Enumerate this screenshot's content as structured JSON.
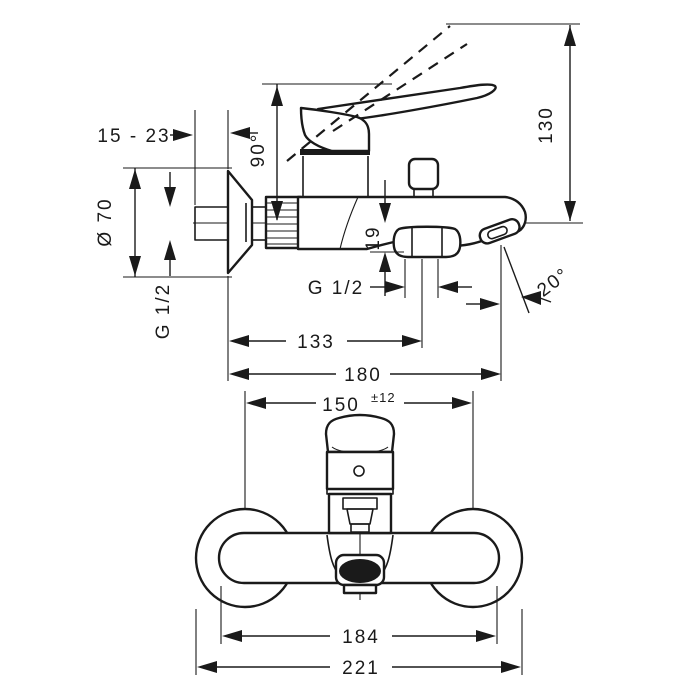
{
  "drawing": {
    "side_view": {
      "wall_offset": "15 - 23",
      "escutcheon_diameter": "Ø 70",
      "wall_thread": "G 1/2",
      "handle_swing_angle": "90°",
      "spout_drop": "19",
      "handle_height": "130",
      "shower_outlet_thread": "G 1/2",
      "spout_angle": "20°",
      "outlet_center_distance": "133",
      "total_projection": "180"
    },
    "front_view": {
      "connection_centers": "150",
      "connection_tolerance": "±12",
      "body_width": "184",
      "overall_width": "221"
    }
  }
}
